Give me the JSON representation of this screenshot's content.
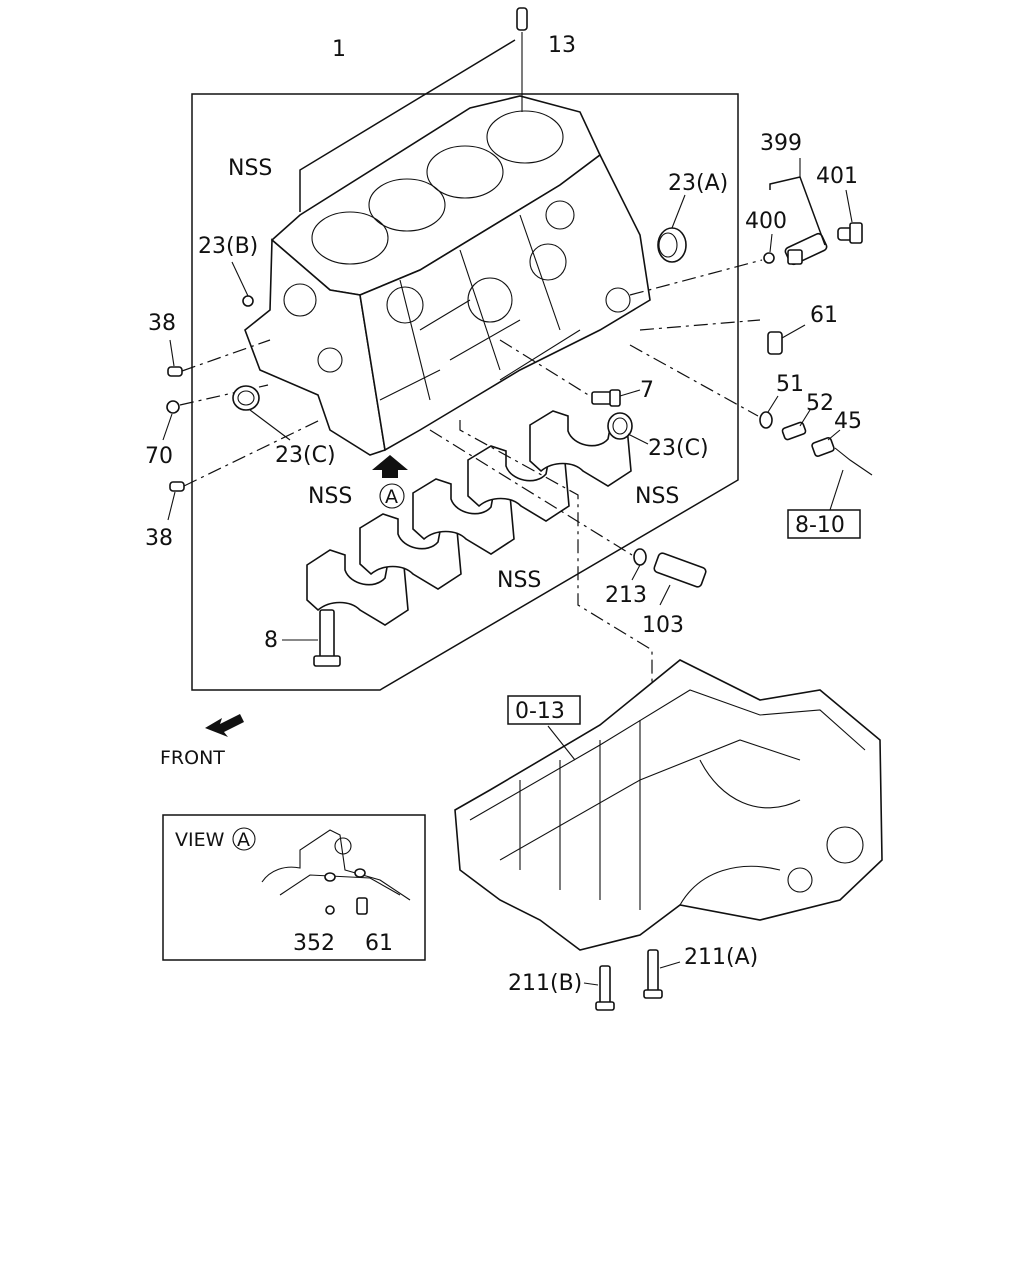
{
  "labels": {
    "block": "1",
    "pin_top": "13",
    "nss_top": "NSS",
    "sensor_group": "399",
    "bolt_401": "401",
    "oring_400": "400",
    "seal_23a": "23(A)",
    "plug_23b": "23(B)",
    "pin_38_upper": "38",
    "pin_70": "70",
    "pin_38_lower": "38",
    "seal_23c_left": "23(C)",
    "seal_23c_right": "23(C)",
    "bolt_7": "7",
    "dowel_61": "61",
    "washer_51": "51",
    "sensor_52": "52",
    "sensor_45": "45",
    "ref_8_10": "8-10",
    "nss_caps_left": "NSS",
    "view_a_marker": "A",
    "nss_caps_right": "NSS",
    "nss_caps_mid": "NSS",
    "washer_213": "213",
    "nozzle_103": "103",
    "bolt_8": "8",
    "ref_0_13": "0-13",
    "front": "FRONT",
    "view_a_title": "VIEW",
    "view_a_circle": "A",
    "view_352": "352",
    "view_61": "61",
    "bolt_211a": "211(A)",
    "bolt_211b": "211(B)"
  }
}
